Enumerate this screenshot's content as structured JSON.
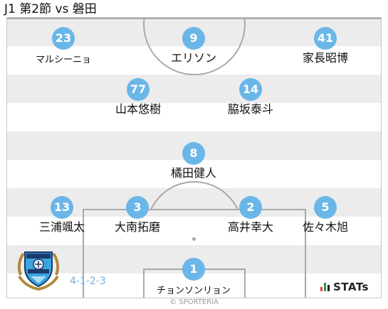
{
  "header": {
    "title": "J1 第2節 vs 磐田"
  },
  "formation": "4-1-2-3",
  "players": [
    {
      "number": "23",
      "name": "マルシーニョ"
    },
    {
      "number": "9",
      "name": "エリソン"
    },
    {
      "number": "41",
      "name": "家長昭博"
    },
    {
      "number": "77",
      "name": "山本悠樹"
    },
    {
      "number": "14",
      "name": "脇坂泰斗"
    },
    {
      "number": "8",
      "name": "橘田健人"
    },
    {
      "number": "13",
      "name": "三浦颯太"
    },
    {
      "number": "3",
      "name": "大南拓磨"
    },
    {
      "number": "2",
      "name": "高井幸大"
    },
    {
      "number": "5",
      "name": "佐々木旭"
    },
    {
      "number": "1",
      "name": "チョンソンリョン"
    }
  ],
  "branding": {
    "stats_label": "STATs",
    "credit": "© SPORTERIA"
  },
  "colors": {
    "number_badge": "#6bb6e8",
    "formation_text": "#77aee0",
    "pitch_lines": "#a9a9a9"
  },
  "icons": {
    "logo": "club-crest-icon",
    "stats": "stats-bars-icon"
  }
}
